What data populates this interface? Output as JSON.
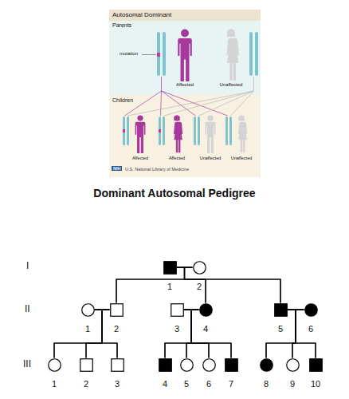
{
  "diagram": {
    "title": "Dominant Autosomal Pedigree",
    "nodes": [
      {
        "text": [
          "1"
        ]
      },
      {
        "text": [
          "2"
        ]
      },
      {
        "text": [
          "1"
        ]
      },
      {
        "text": [
          "2"
        ]
      },
      {
        "text": [
          "3"
        ]
      },
      {
        "text": [
          "4"
        ]
      },
      {
        "text": [
          "5"
        ]
      },
      {
        "text": [
          "6"
        ]
      },
      {
        "text": [
          "1"
        ]
      },
      {
        "text": [
          "2"
        ]
      },
      {
        "text": [
          "3"
        ]
      },
      {
        "text": [
          "4"
        ]
      },
      {
        "text": [
          "5"
        ]
      },
      {
        "text": [
          "6"
        ]
      },
      {
        "text": [
          "7"
        ]
      },
      {
        "text": [
          "8"
        ]
      },
      {
        "text": [
          "9"
        ]
      },
      {
        "text": [
          "10"
        ]
      }
    ],
    "edges": [
      {
        "from": 0,
        "to": 1,
        "arrow": "none"
      },
      {
        "from": 0,
        "to": 3,
        "arrow": "none"
      },
      {
        "from": 0,
        "to": 5,
        "arrow": "none"
      },
      {
        "from": 0,
        "to": 6,
        "arrow": "none"
      },
      {
        "from": 1,
        "to": 3,
        "arrow": "none"
      },
      {
        "from": 1,
        "to": 5,
        "arrow": "none"
      },
      {
        "from": 1,
        "to": 6,
        "arrow": "none"
      },
      {
        "from": 2,
        "to": 3,
        "arrow": "none"
      },
      {
        "from": 4,
        "to": 5,
        "arrow": "none"
      },
      {
        "from": 6,
        "to": 7,
        "arrow": "none"
      },
      {
        "from": 2,
        "to": 8,
        "arrow": "none"
      },
      {
        "from": 2,
        "to": 9,
        "arrow": "none"
      },
      {
        "from": 2,
        "to": 10,
        "arrow": "none"
      },
      {
        "from": 3,
        "to": 8,
        "arrow": "none"
      },
      {
        "from": 3,
        "to": 9,
        "arrow": "none"
      },
      {
        "from": 3,
        "to": 10,
        "arrow": "none"
      },
      {
        "from": 4,
        "to": 11,
        "arrow": "none"
      },
      {
        "from": 4,
        "to": 12,
        "arrow": "none"
      },
      {
        "from": 4,
        "to": 13,
        "arrow": "none"
      },
      {
        "from": 4,
        "to": 14,
        "arrow": "none"
      },
      {
        "from": 5,
        "to": 11,
        "arrow": "none"
      },
      {
        "from": 5,
        "to": 12,
        "arrow": "none"
      },
      {
        "from": 5,
        "to": 13,
        "arrow": "none"
      },
      {
        "from": 5,
        "to": 14,
        "arrow": "none"
      },
      {
        "from": 6,
        "to": 15,
        "arrow": "none"
      },
      {
        "from": 6,
        "to": 16,
        "arrow": "none"
      },
      {
        "from": 6,
        "to": 17,
        "arrow": "none"
      },
      {
        "from": 7,
        "to": 15,
        "arrow": "none"
      },
      {
        "from": 7,
        "to": 16,
        "arrow": "none"
      },
      {
        "from": 7,
        "to": 17,
        "arrow": "none"
      }
    ],
    "labels": [
      "Autosomal Dominant",
      "Parents",
      "mutation",
      "Affected",
      "Unaffected",
      "Children",
      "Affected",
      "Affected",
      "Unaffected",
      "Unaffected",
      "NIH",
      "U.S. National Library of Medicine",
      "I",
      "II",
      "III"
    ]
  }
}
